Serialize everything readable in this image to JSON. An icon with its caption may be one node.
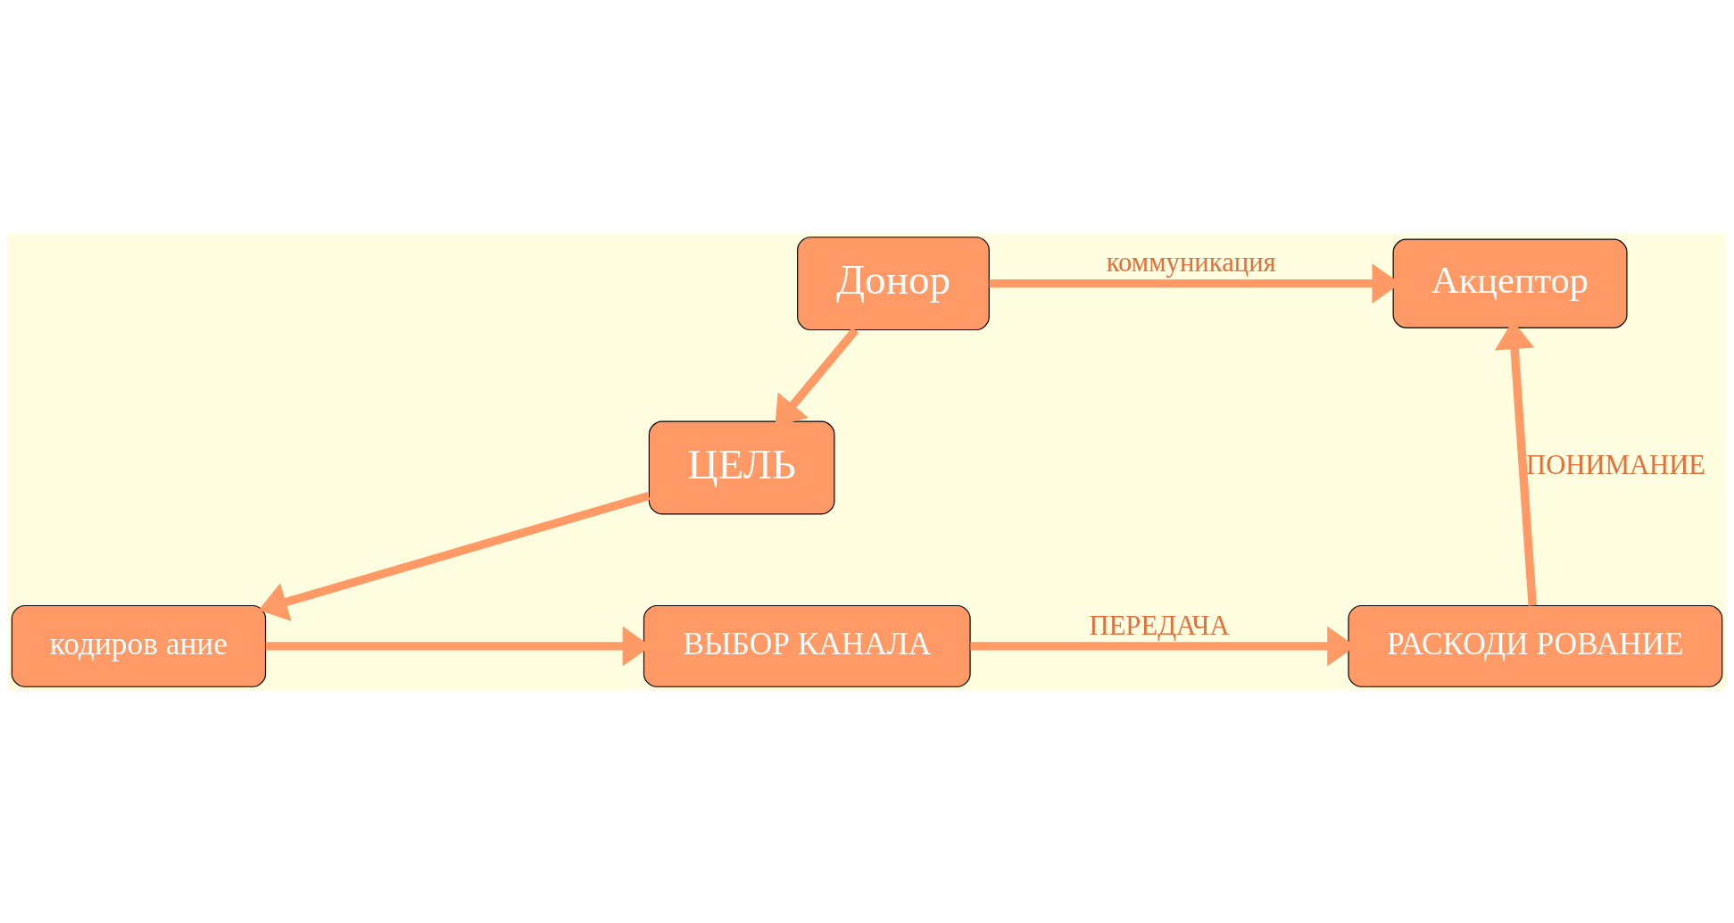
{
  "diagram": {
    "nodes": [
      {
        "text": [
          "Донор"
        ]
      },
      {
        "text": [
          "Акцептор"
        ]
      },
      {
        "text": [
          "ЦЕЛЬ"
        ]
      },
      {
        "text": [
          "кодиров ание"
        ]
      },
      {
        "text": [
          "ВЫБОР КАНАЛА"
        ]
      },
      {
        "text": [
          "РАСКОДИ РОВАНИЕ"
        ]
      }
    ],
    "edges": [
      {
        "from": 0,
        "to": 1,
        "arrow": "to",
        "label": "коммуникация"
      },
      {
        "from": 0,
        "to": 2,
        "arrow": "to"
      },
      {
        "from": 2,
        "to": 3,
        "arrow": "to"
      },
      {
        "from": 3,
        "to": 4,
        "arrow": "to"
      },
      {
        "from": 4,
        "to": 5,
        "arrow": "to",
        "label": "ПЕРЕДАЧА"
      },
      {
        "from": 5,
        "to": 1,
        "arrow": "to",
        "label": "ПОНИМАНИЕ"
      }
    ]
  }
}
